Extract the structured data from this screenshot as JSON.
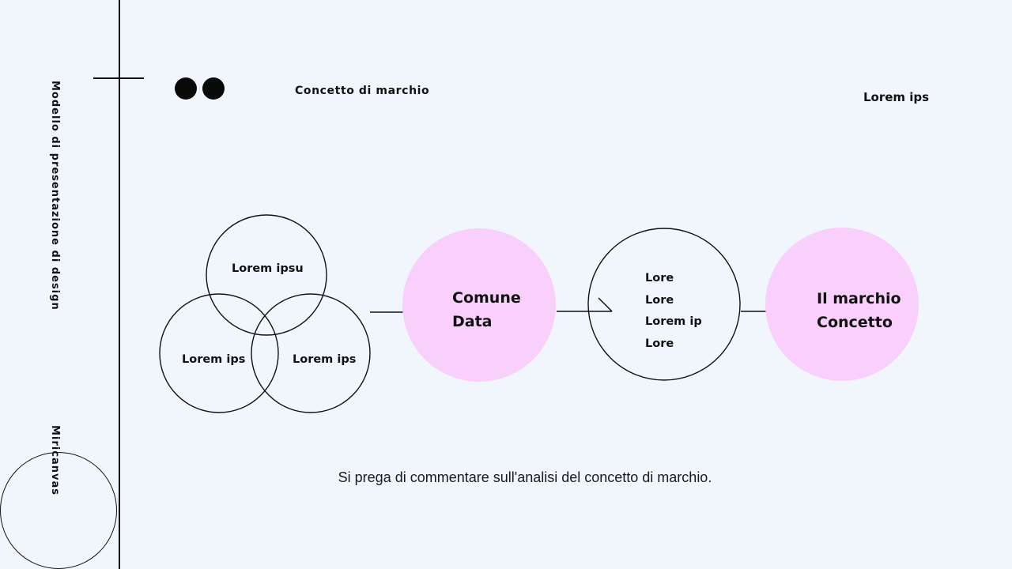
{
  "sidebar": {
    "vertical_title": "Modello di presentazione di design",
    "brand": "Miricanvas"
  },
  "header": {
    "title": "Concetto di marchio",
    "right_label": "Lorem ips"
  },
  "diagram": {
    "venn": {
      "top_label": "Lorem ipsu",
      "left_label": "Lorem ips",
      "right_label": "Lorem ips"
    },
    "step_common": {
      "line1": "Comune",
      "line2": "Data"
    },
    "step_list": {
      "items": [
        "Lore",
        "Lore",
        "Lorem ip",
        "Lore"
      ]
    },
    "step_brand": {
      "line1": "Il marchio",
      "line2": "Concetto"
    }
  },
  "footer": {
    "text": "Si prega di commentare sull'analisi del concetto di marchio."
  },
  "colors": {
    "background": "#f1f6fd",
    "accent_pink": "#f9d0fb",
    "ink": "#111111"
  }
}
